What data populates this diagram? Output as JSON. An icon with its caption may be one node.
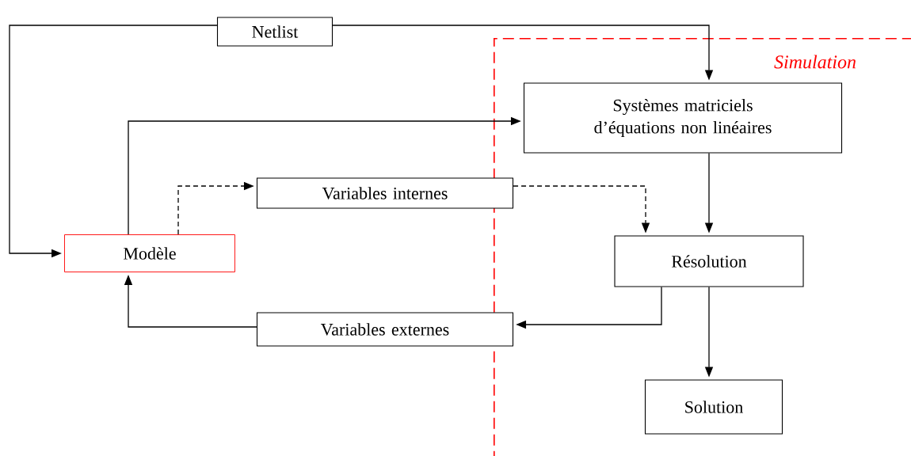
{
  "diagram": {
    "nodes": [
      {
        "text": [
          "Netlist"
        ]
      },
      {
        "text": [
          "Simulation"
        ]
      },
      {
        "text": [
          "Systèmes matriciels d’équations non linéaires"
        ],
        "in": 1
      },
      {
        "text": [
          "Variables internes"
        ]
      },
      {
        "text": [
          "Modèle"
        ]
      },
      {
        "text": [
          "Résolution"
        ],
        "in": 1
      },
      {
        "text": [
          "Variables externes"
        ]
      },
      {
        "text": [
          "Solution"
        ],
        "in": 1
      }
    ],
    "edges": [
      {
        "from": 0,
        "to": 4,
        "arrow": "to"
      },
      {
        "from": 0,
        "to": 2,
        "arrow": "to"
      },
      {
        "from": 4,
        "to": 2,
        "arrow": "to"
      },
      {
        "from": 4,
        "to": 3,
        "arrow": "to",
        "style": "dashed"
      },
      {
        "from": 3,
        "to": 5,
        "arrow": "to",
        "style": "dashed"
      },
      {
        "from": 2,
        "to": 5,
        "arrow": "to"
      },
      {
        "from": 5,
        "to": 6,
        "arrow": "to"
      },
      {
        "from": 6,
        "to": 4,
        "arrow": "to"
      },
      {
        "from": 5,
        "to": 7,
        "arrow": "to"
      }
    ]
  }
}
